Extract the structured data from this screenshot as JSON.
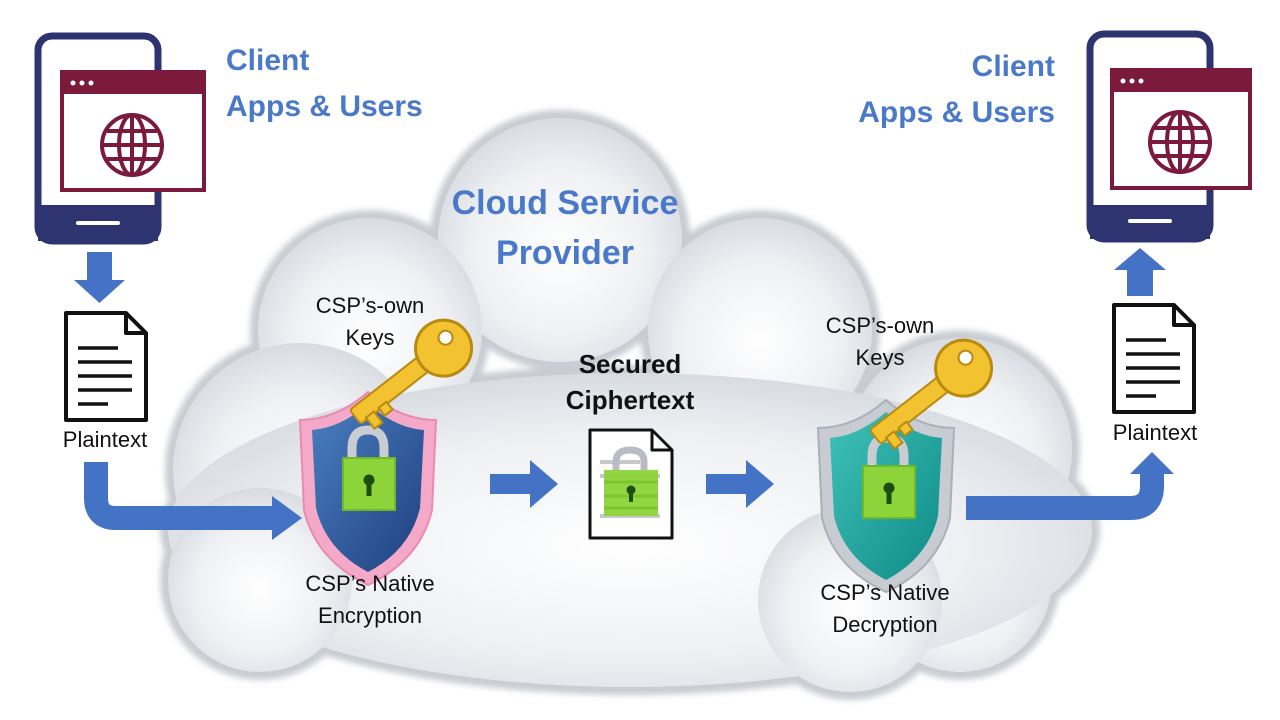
{
  "client_left": {
    "line1": "Client",
    "line2": "Apps & Users"
  },
  "client_right": {
    "line1": "Client",
    "line2": "Apps & Users"
  },
  "cloud": {
    "line1": "Cloud Service",
    "line2": "Provider"
  },
  "plaintext_left": "Plaintext",
  "plaintext_right": "Plaintext",
  "keys_left": {
    "line1": "CSP’s-own",
    "line2": "Keys"
  },
  "keys_right": {
    "line1": "CSP’s-own",
    "line2": "Keys"
  },
  "secured": {
    "line1": "Secured",
    "line2": "Ciphertext"
  },
  "encryption": {
    "line1": "CSP’s Native",
    "line2": "Encryption"
  },
  "decryption": {
    "line1": "CSP’s Native",
    "line2": "Decryption"
  },
  "colors": {
    "title_blue": "#4a79c9",
    "arrow_blue": "#4472c4",
    "phone_navy": "#2e3470",
    "browser_maroon": "#7b1a3b",
    "key_gold": "#f2c230",
    "lock_green": "#8cd43a"
  }
}
